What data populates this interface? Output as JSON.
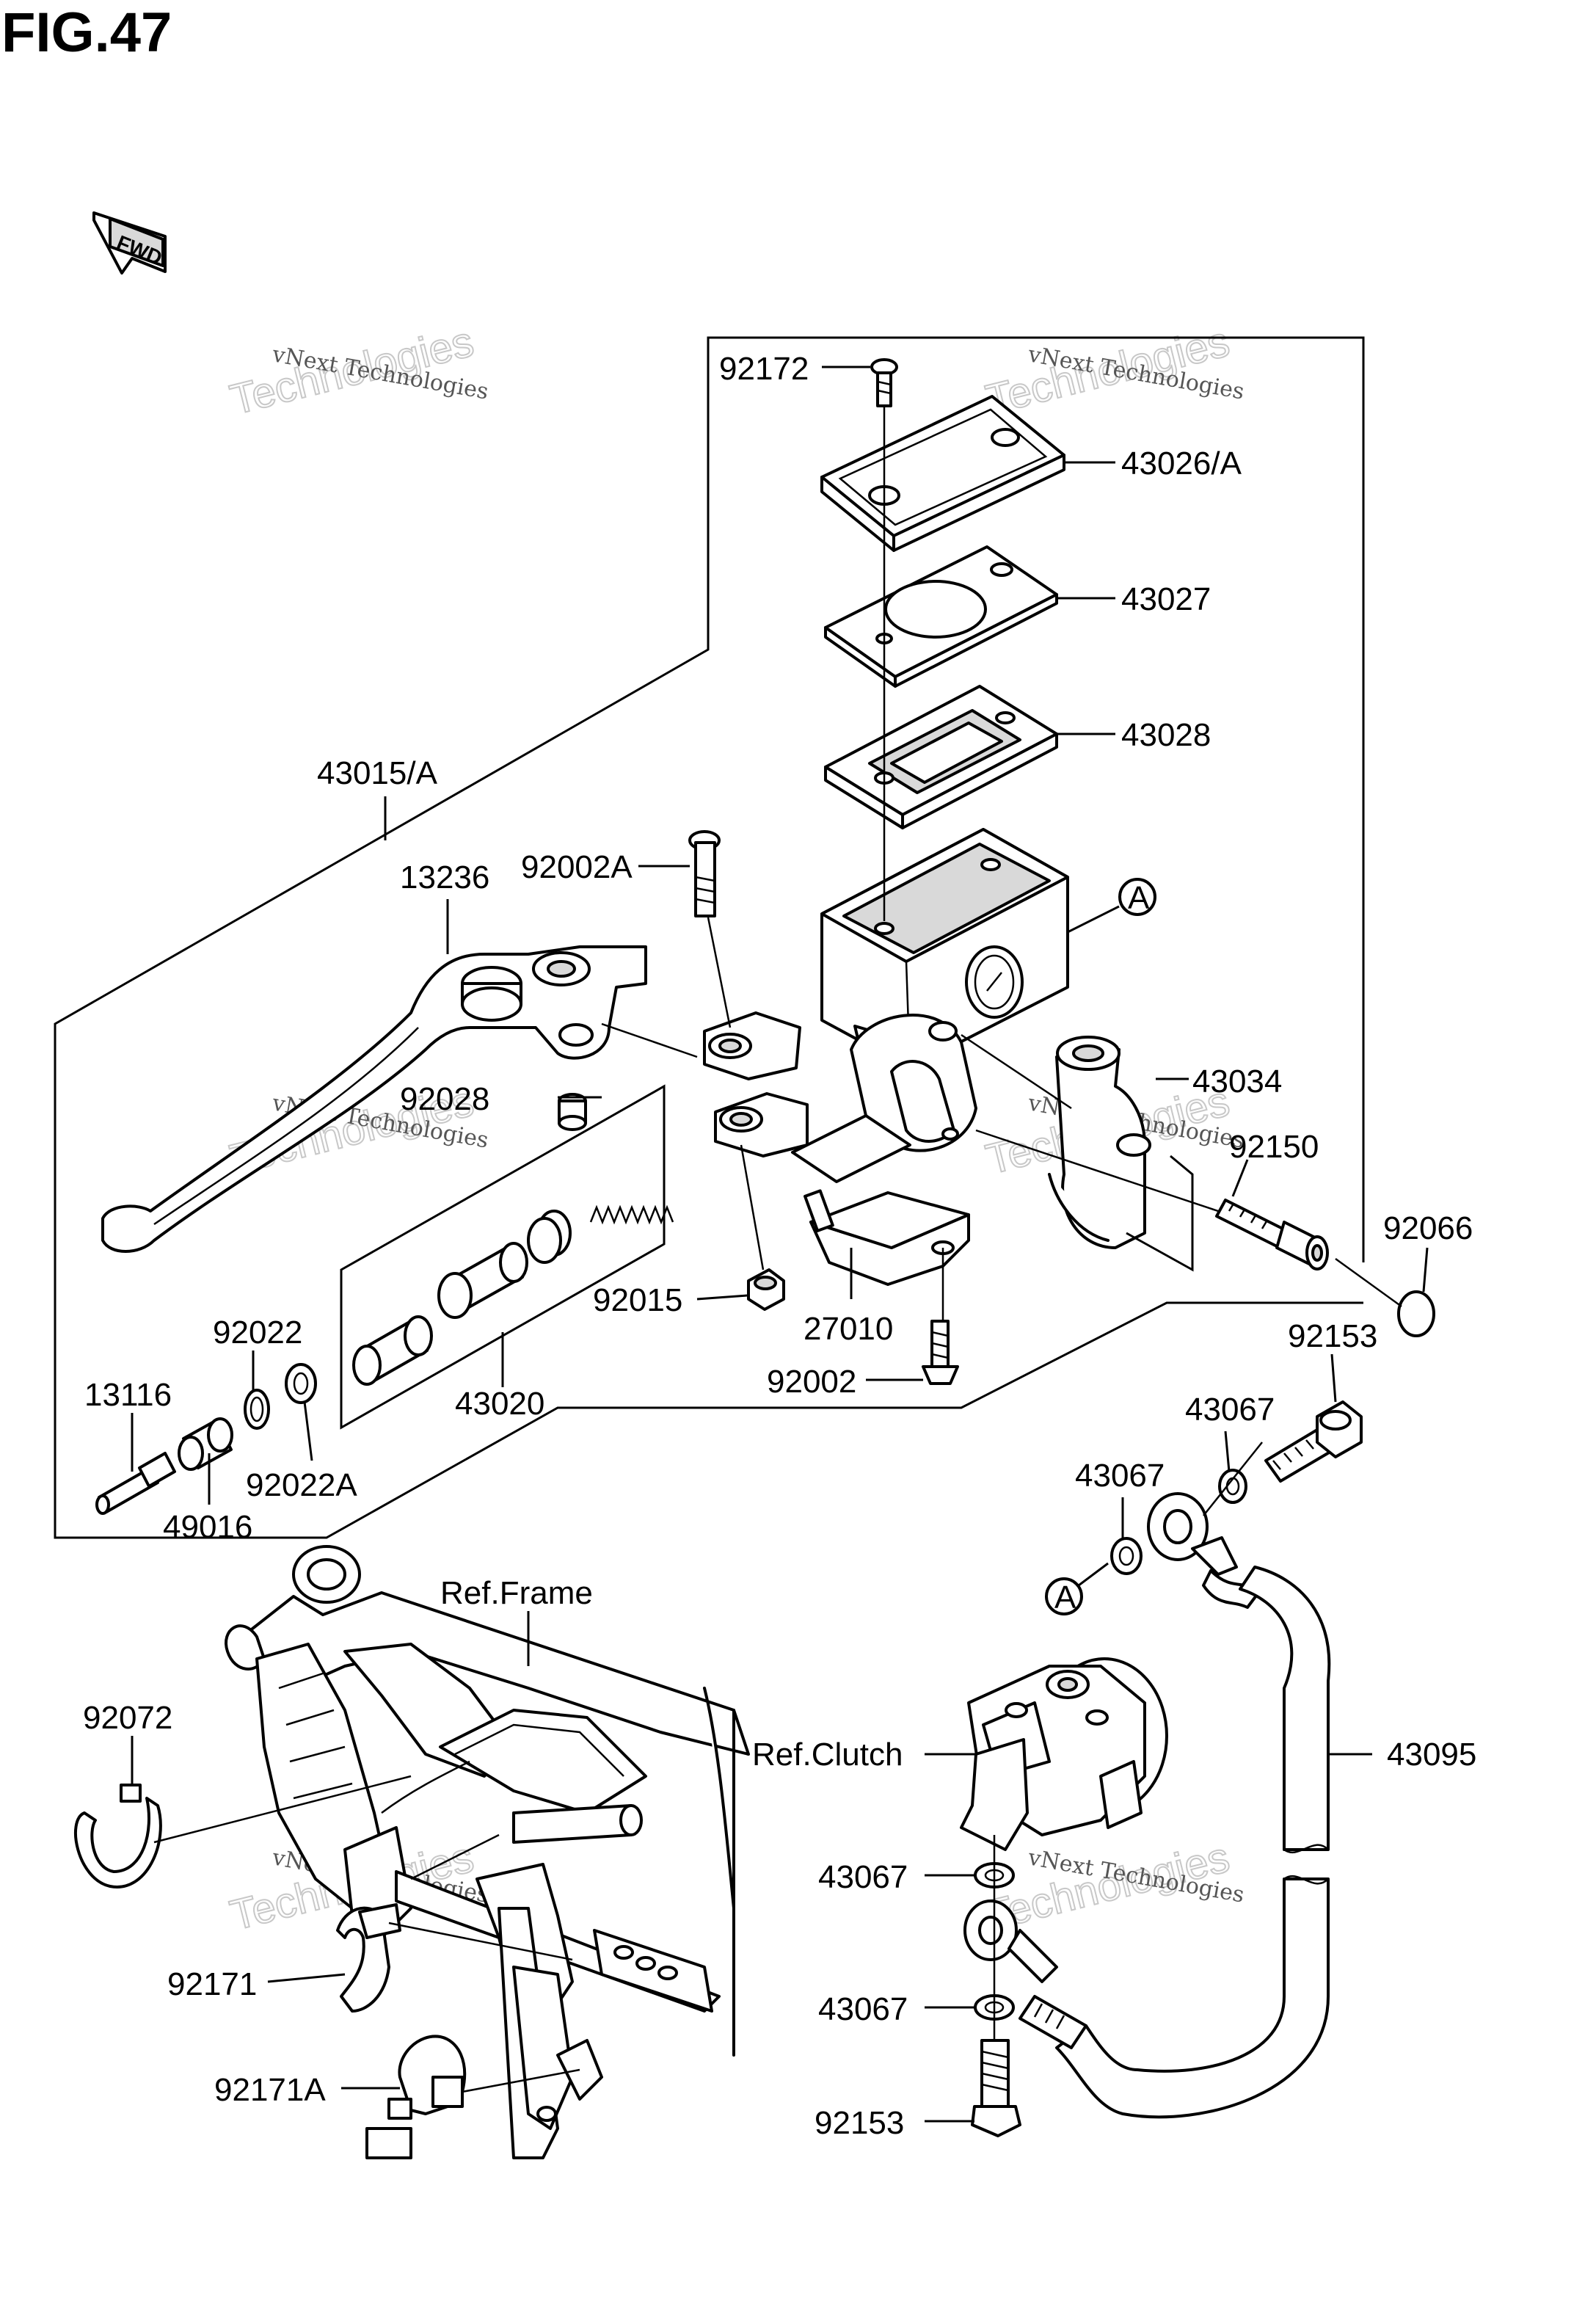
{
  "figure_title": "FIG.47",
  "fwd_label": "FWD",
  "watermark": {
    "line1": "vNext Technologies",
    "line2": "vNext Technologies"
  },
  "labels": {
    "p92172": "92172",
    "p43026A": "43026/A",
    "p43027": "43027",
    "p43028": "43028",
    "p43015A": "43015/A",
    "p13236": "13236",
    "p92002A": "92002A",
    "calloutA1": "A",
    "p43034": "43034",
    "p92028": "92028",
    "p92150": "92150",
    "p92066": "92066",
    "p92015": "92015",
    "p27010": "27010",
    "p92022": "92022",
    "p92153a": "92153",
    "p13116": "13116",
    "p43020": "43020",
    "p92002": "92002",
    "p43067a": "43067",
    "p92022A": "92022A",
    "p43067b": "43067",
    "p49016": "49016",
    "calloutA2": "A",
    "refFrame": "Ref.Frame",
    "p92072": "92072",
    "refClutch": "Ref.Clutch",
    "p43095": "43095",
    "p43067c": "43067",
    "p92171": "92171",
    "p43067d": "43067",
    "p92171A": "92171A",
    "p92153b": "92153"
  }
}
